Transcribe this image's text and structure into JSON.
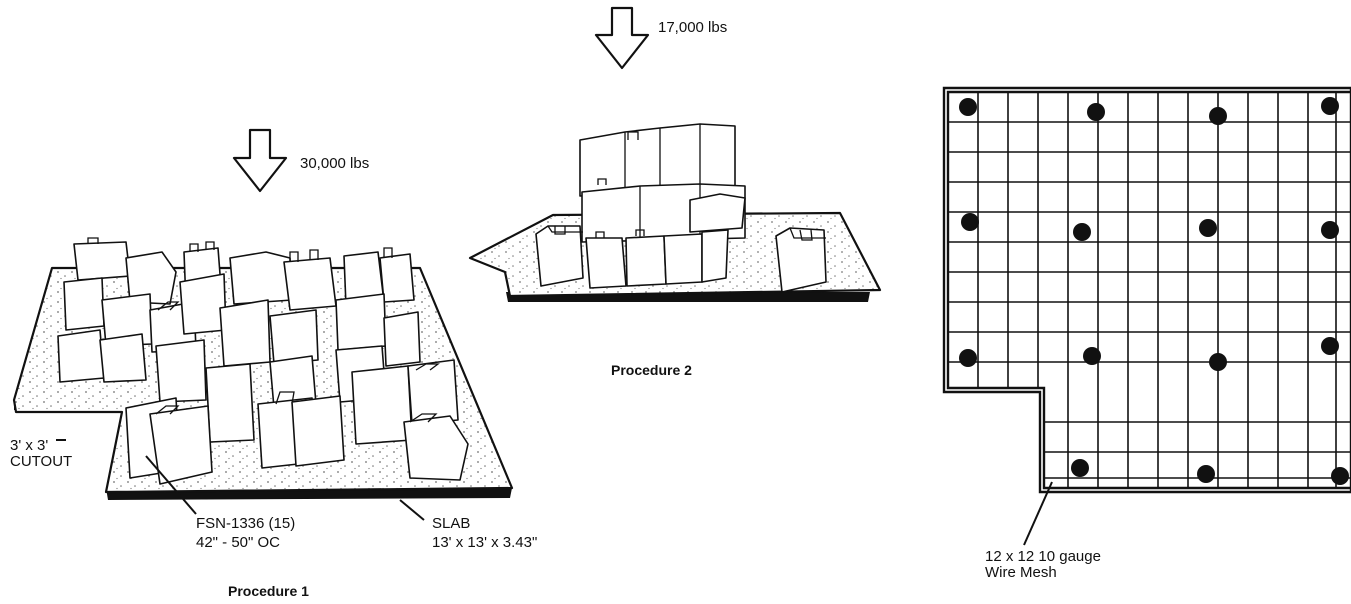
{
  "load_labels": {
    "procedure_2_load": "17,000 lbs",
    "procedure_1_load": "30,000 lbs"
  },
  "procedure_titles": {
    "procedure_1": "Procedure 1",
    "procedure_2": "Procedure 2"
  },
  "callouts": {
    "cutout_line1": "3' x 3'",
    "cutout_line2": "CUTOUT",
    "blocks_line1": "FSN-1336 (15)",
    "blocks_line2": "42\" - 50\" OC",
    "slab_line1": "SLAB",
    "slab_line2": "13' x 13' x 3.43\""
  },
  "mesh": {
    "label_line1": "12 x 12 10 gauge",
    "label_line2": "Wire Mesh"
  }
}
